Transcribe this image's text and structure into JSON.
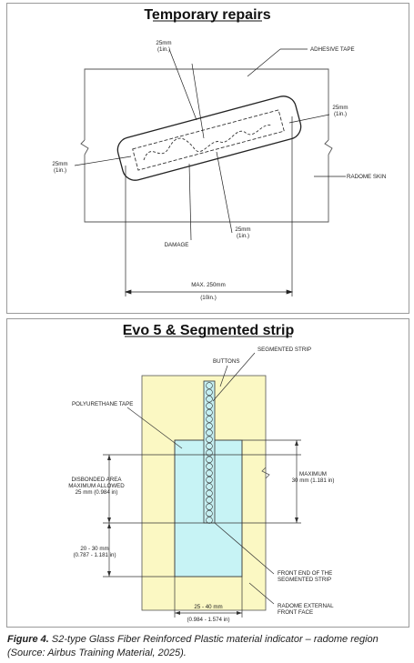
{
  "panel1": {
    "title": "Temporary repairs",
    "labels": {
      "dim_top": [
        "25mm",
        "(1in.)"
      ],
      "adhesive_tape": "ADHESIVE TAPE",
      "dim_right": [
        "25mm",
        "(1in.)"
      ],
      "dim_left": [
        "25mm",
        "(1in.)"
      ],
      "radome_skin": "RADOME SKIN",
      "dim_bottom": [
        "25mm",
        "(1in.)"
      ],
      "damage": "DAMAGE",
      "max_width": [
        "MAX. 250mm",
        "(10in.)"
      ]
    }
  },
  "panel2": {
    "title": "Evo 5 & Segmented strip",
    "labels": {
      "buttons": "BUTTONS",
      "segmented_strip": "SEGMENTED STRIP",
      "polyurethane_tape": "POLYURETHANE TAPE",
      "disbonded_area": [
        "DISBONDED AREA",
        "MAXIMUM ALLOWED",
        "25 mm (0.984 in)"
      ],
      "maximum": [
        "MAXIMUM",
        "30 mm (1.181 in)"
      ],
      "range_20_30": [
        "20 - 30 mm",
        "(0.787 - 1.181 in)"
      ],
      "front_end": [
        "FRONT END OF THE",
        "SEGMENTED STRIP"
      ],
      "range_25_40": [
        "25 - 40 mm",
        "(0.984 - 1.574 in)"
      ],
      "radome_front": [
        "RADOME EXTERNAL",
        "FRONT FACE"
      ]
    },
    "colors": {
      "outer": "#fbf8c3",
      "tape": "#c7f3f5",
      "strip": "#c6f0f2"
    }
  },
  "caption": {
    "figure_label": "Figure 4.",
    "text": " S2-type Glass Fiber Reinforced Plastic material indicator – radome region (Source: Airbus Training Material, 2025)."
  }
}
